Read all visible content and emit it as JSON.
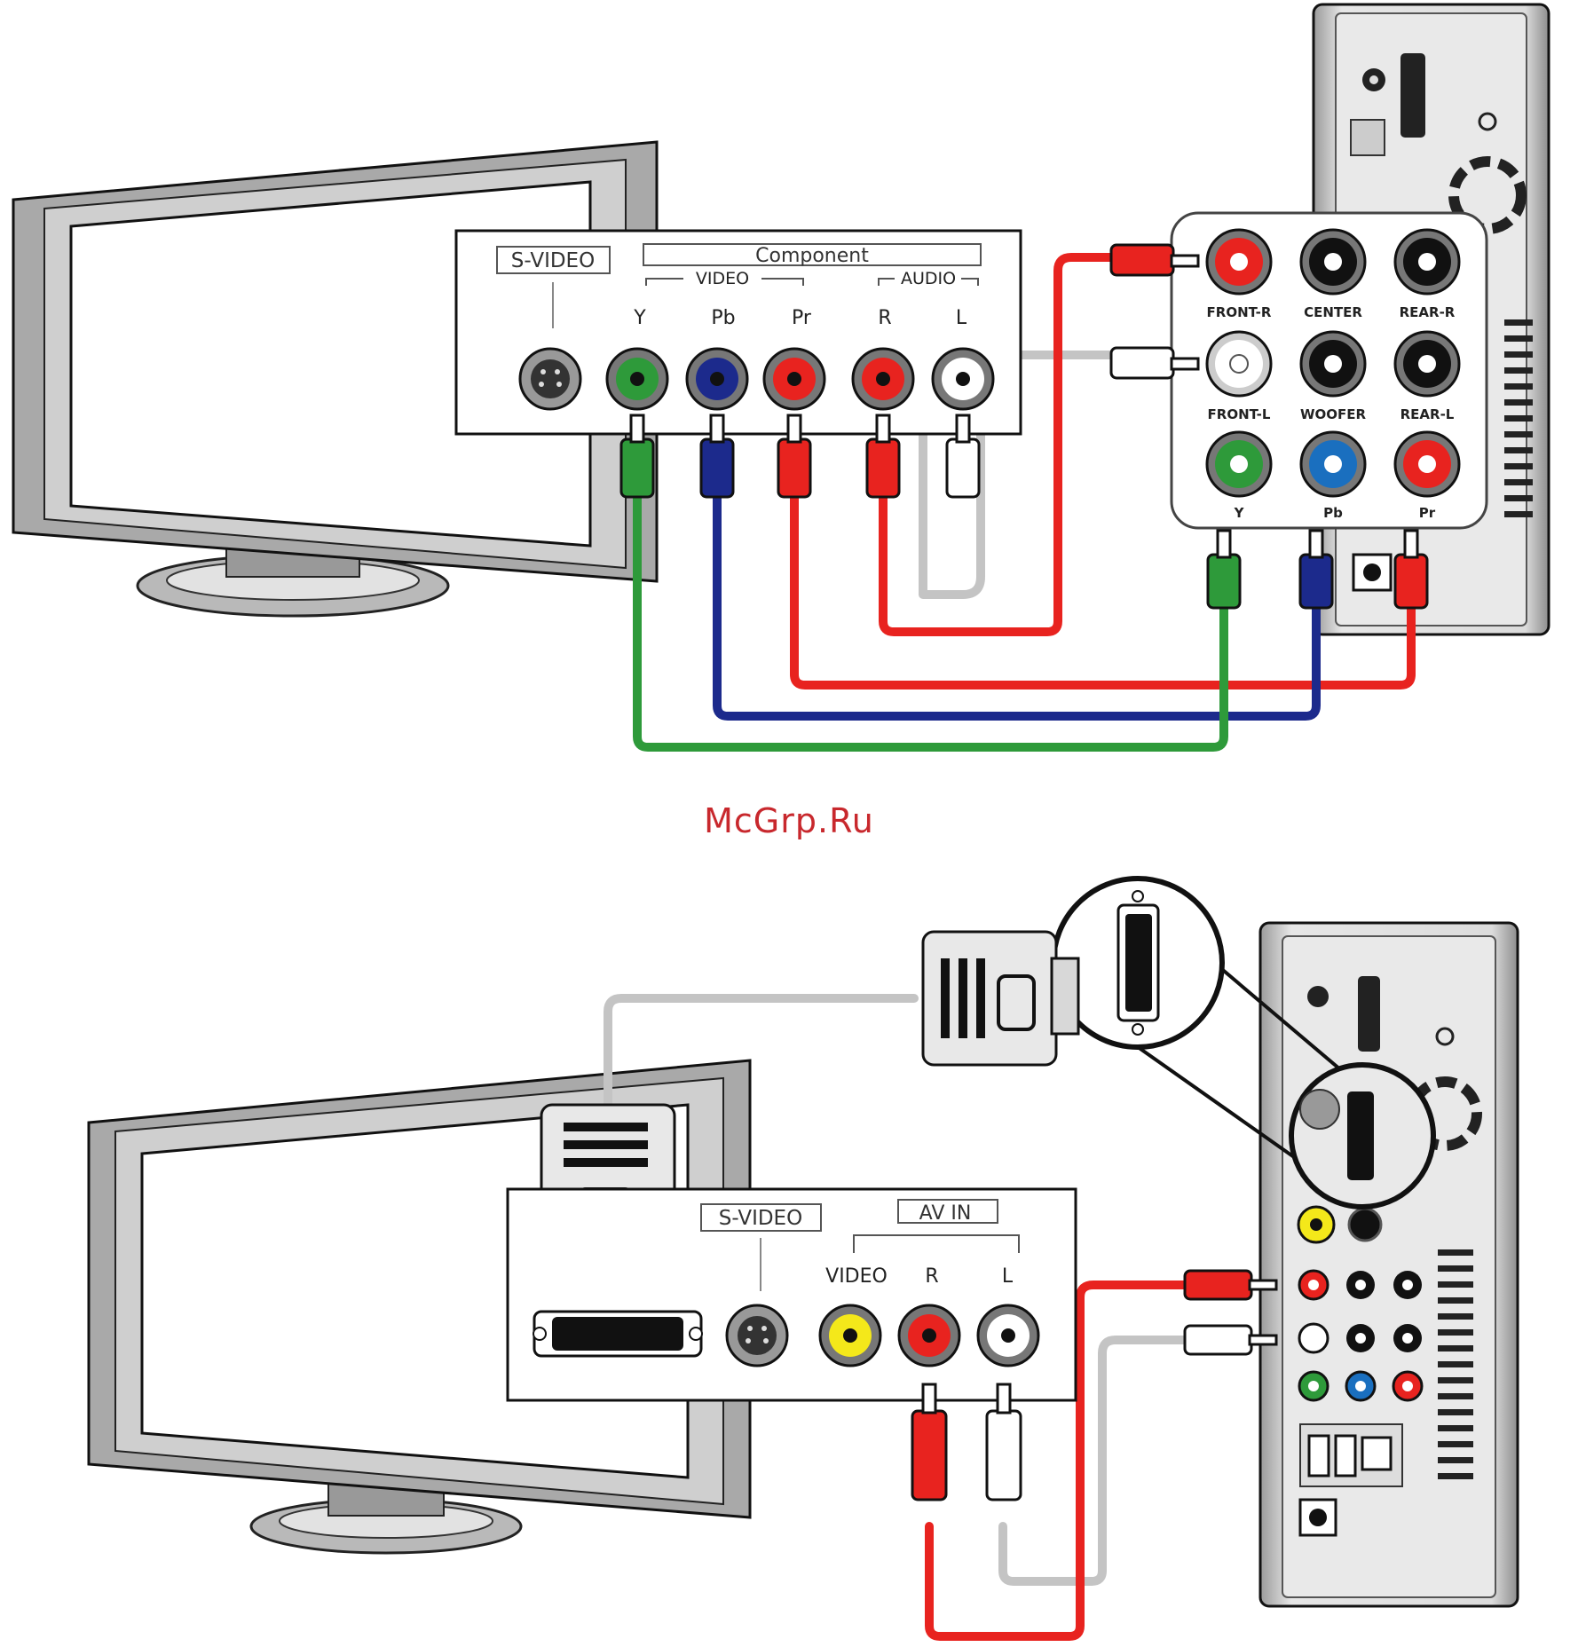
{
  "watermark": "McGrp.Ru",
  "top_diagram": {
    "tv_panel": {
      "svideo": "S-VIDEO",
      "component": "Component",
      "video_group": "VIDEO",
      "audio_group": "AUDIO",
      "ports": [
        "Y",
        "Pb",
        "Pr",
        "R",
        "L"
      ]
    },
    "player_panel": {
      "row1": [
        "FRONT-R",
        "CENTER",
        "REAR-R"
      ],
      "row2": [
        "FRONT-L",
        "WOOFER",
        "REAR-L"
      ],
      "row3": [
        "Y",
        "Pb",
        "Pr"
      ]
    }
  },
  "bottom_diagram": {
    "tv_panel": {
      "svideo": "S-VIDEO",
      "av_in": "AV IN",
      "ports": [
        "VIDEO",
        "R",
        "L"
      ]
    }
  },
  "colors": {
    "red": "#e8231f",
    "white": "#ffffff",
    "green": "#2e9a3a",
    "blue": "#1c2a8c",
    "yellow": "#f4e81a",
    "gray_cable": "#c4c4c4",
    "watermark": "#c8282d"
  }
}
